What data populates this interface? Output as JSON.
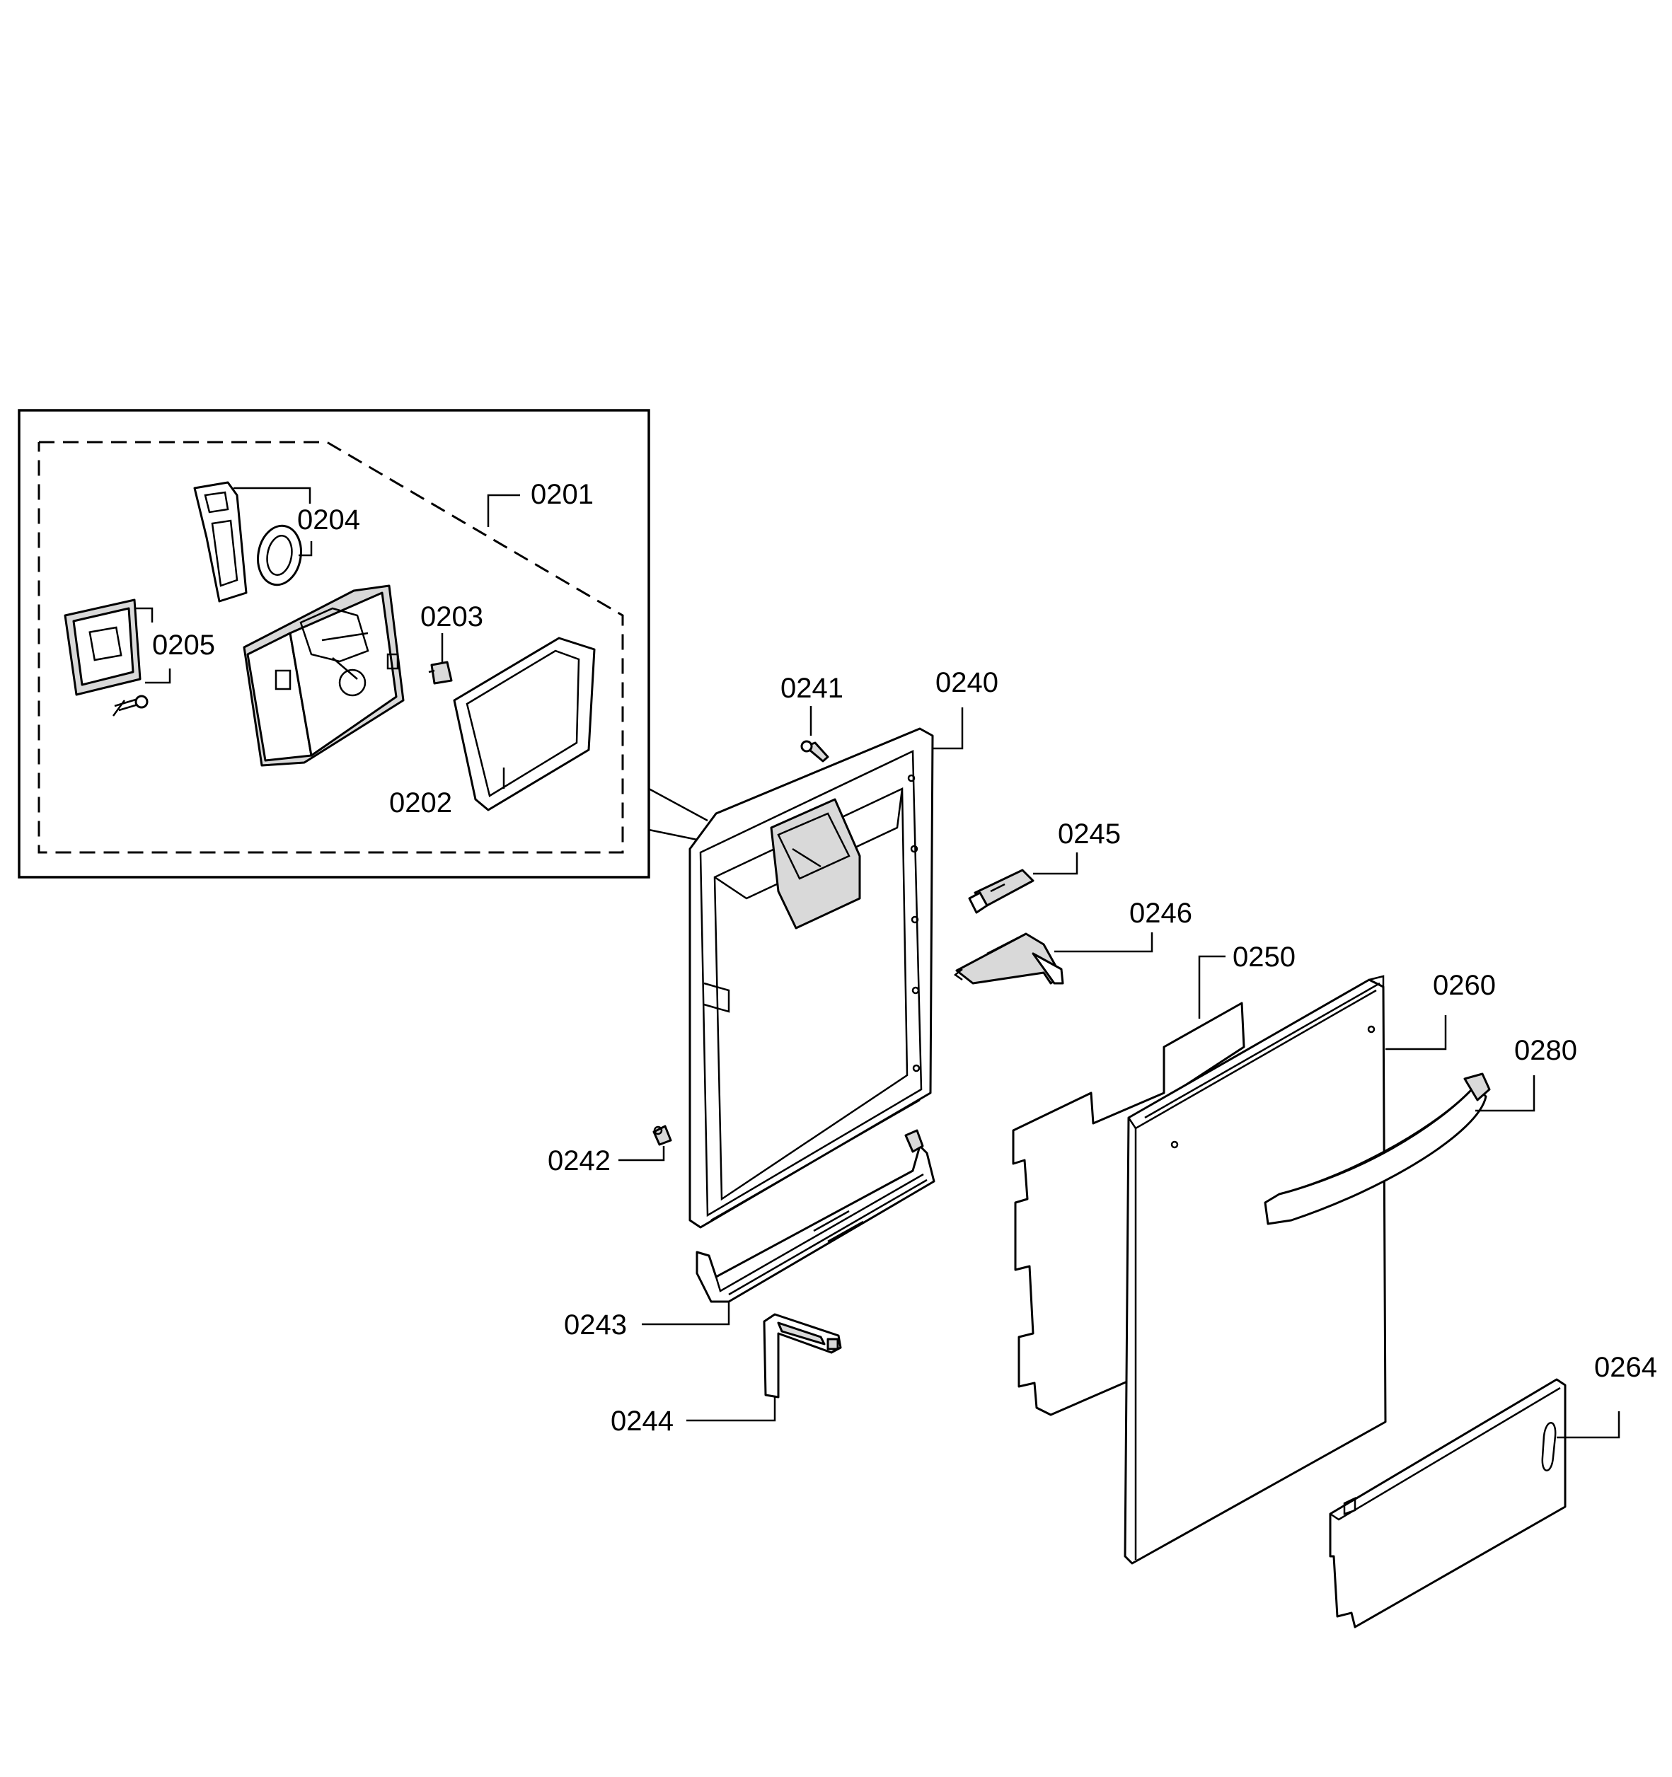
{
  "labels": {
    "l0201": "0201",
    "l0202": "0202",
    "l0203": "0203",
    "l0204": "0204",
    "l0205": "0205",
    "l0240": "0240",
    "l0241": "0241",
    "l0242": "0242",
    "l0243": "0243",
    "l0244": "0244",
    "l0245": "0245",
    "l0246": "0246",
    "l0250": "0250",
    "l0260": "0260",
    "l0264": "0264",
    "l0280": "0280"
  }
}
